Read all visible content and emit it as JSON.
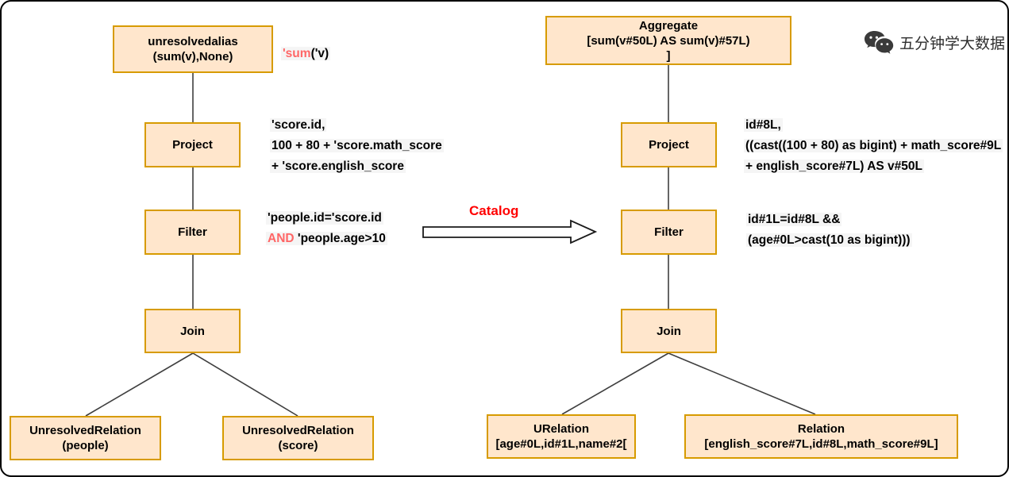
{
  "brand": {
    "icon": "wechat-icon",
    "name": "五分钟学大数据"
  },
  "catalog": {
    "label": "Catalog"
  },
  "colors": {
    "node_fill": "#FFE6CC",
    "node_stroke": "#D79B00",
    "accent_red": "#FF6666",
    "catalog_red": "#FF0000",
    "line_color": "#3f3f3f"
  },
  "left_tree": {
    "unresolvedalias": [
      "unresolvedalias",
      "(sum(v),None)"
    ],
    "alias_annotation": {
      "red": "'sum",
      "rest": "('v)"
    },
    "project": "Project",
    "project_annotation": [
      "'score.id,",
      "100 + 80 + 'score.math_score",
      "+ 'score.english_score"
    ],
    "filter": "Filter",
    "filter_annotation": {
      "line1": "'people.id='score.id",
      "line2_red": "AND",
      "line2_rest": " 'people.age>10"
    },
    "join": "Join",
    "relation_people": [
      "UnresolvedRelation",
      "(people)"
    ],
    "relation_score": [
      "UnresolvedRelation",
      "(score)"
    ]
  },
  "right_tree": {
    "aggregate": [
      "Aggregate",
      "[sum(v#50L) AS sum(v)#57L)",
      "]"
    ],
    "project": "Project",
    "project_annotation": [
      "id#8L,",
      "((cast((100 + 80) as bigint) + math_score#9L",
      "+ english_score#7L) AS v#50L"
    ],
    "filter": "Filter",
    "filter_annotation": [
      "id#1L=id#8L &&",
      "(age#0L>cast(10 as bigint)))"
    ],
    "join": "Join",
    "urelation": [
      "URelation",
      "[age#0L,id#1L,name#2["
    ],
    "relation": [
      "Relation",
      "[english_score#7L,id#8L,math_score#9L]"
    ]
  }
}
